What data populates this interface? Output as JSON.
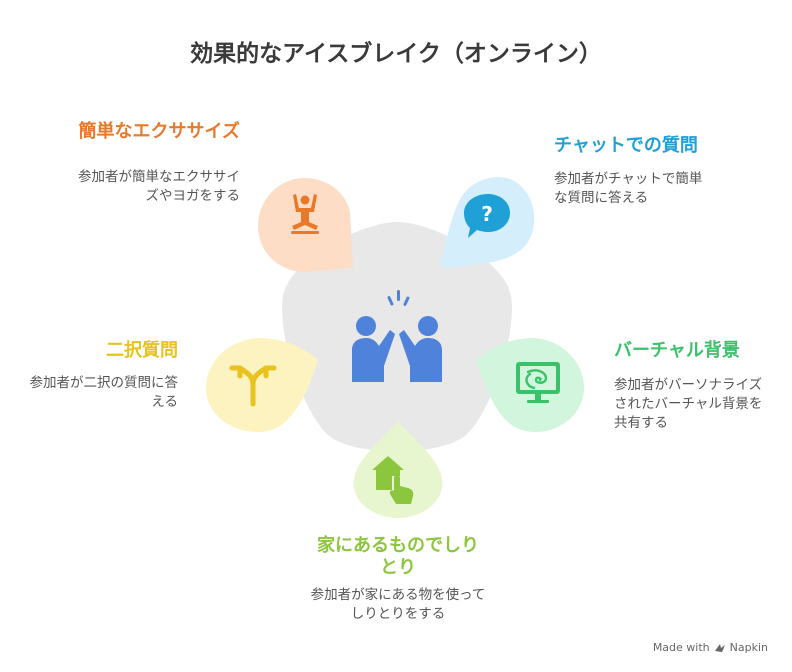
{
  "title": "効果的なアイスブレイク（オンライン）",
  "center_icon": "high-five-icon",
  "items": [
    {
      "id": "exercise",
      "label": "簡単なエクササイズ",
      "description": "参加者が簡単なエクササイズやヨガをする",
      "color": "#E8792A",
      "fill": "#FDDDC6",
      "icon": "yoga-person-icon"
    },
    {
      "id": "chat",
      "label": "チャットでの質問",
      "description": "参加者がチャットで簡単な質問に答える",
      "color": "#1FA0D6",
      "fill": "#D4EEFB",
      "icon": "chat-question-icon"
    },
    {
      "id": "background",
      "label": "バーチャル背景",
      "description": "参加者がバーソナライズされたバーチャル背景を共有する",
      "color": "#3CC16B",
      "fill": "#D2F5DE",
      "icon": "monitor-icon"
    },
    {
      "id": "shiritori",
      "label": "家にあるものでしりとり",
      "description": "参加者が家にある物を使ってしりとりをする",
      "color": "#8CC63F",
      "fill": "#E7F6CF",
      "icon": "home-pointer-icon"
    },
    {
      "id": "choice",
      "label": "二択質問",
      "description": "参加者が二択の質問に答える",
      "color": "#E8C21E",
      "fill": "#FDF3C0",
      "icon": "split-arrow-icon"
    }
  ],
  "footer": {
    "text": "Made with",
    "brand": "Napkin"
  }
}
